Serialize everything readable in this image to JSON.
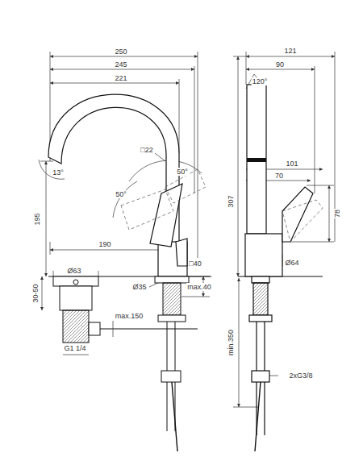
{
  "diagram": {
    "labels": [
      "250",
      "245",
      "221",
      "□22",
      "13°",
      "50°",
      "50°",
      "195",
      "190",
      "□40",
      "Ø35",
      "max.40",
      "Ø63",
      "30-50",
      "max.150",
      "G1 1/4",
      "121",
      "90",
      "120°",
      "101",
      "70",
      "78",
      "307",
      "Ø64",
      "min.350",
      "2xG3/8"
    ]
  }
}
